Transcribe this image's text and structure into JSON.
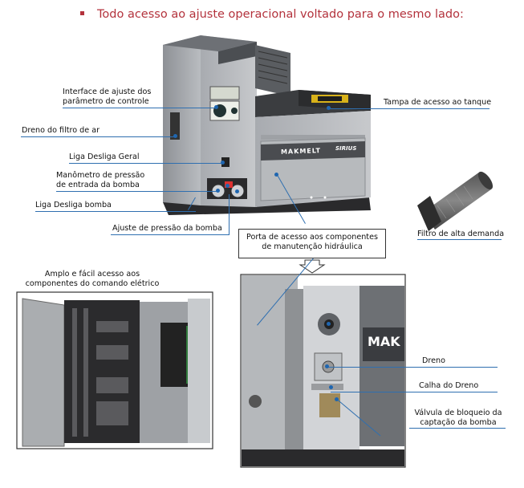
{
  "heading": "Todo acesso ao ajuste operacional voltado para o mesmo lado:",
  "machine": {
    "brand_label": "MAKMELT",
    "model_label": "SIRIUS"
  },
  "callouts": {
    "interface": "Interface de ajuste dos\nparâmetro de controle",
    "dreno_filtro": "Dreno do filtro de ar",
    "liga_geral": "Liga Desliga Geral",
    "manometro": "Manômetro de pressão\nde entrada da bomba",
    "liga_bomba": "Liga Desliga bomba",
    "ajuste_pressao": "Ajuste de pressão da bomba",
    "tampa": "Tampa de acesso ao tanque",
    "porta": "Porta de acesso aos componentes\nde manutenção hidráulica",
    "filtro": "Filtro de alta demanda",
    "amplo": "Amplo e fácil acesso aos\ncomponentes do comando elétrico",
    "dreno": "Dreno",
    "calha": "Calha do Dreno",
    "valvula": "Válvula de bloqueio da\ncaptação da bomba"
  },
  "detail_brand": "MAK"
}
